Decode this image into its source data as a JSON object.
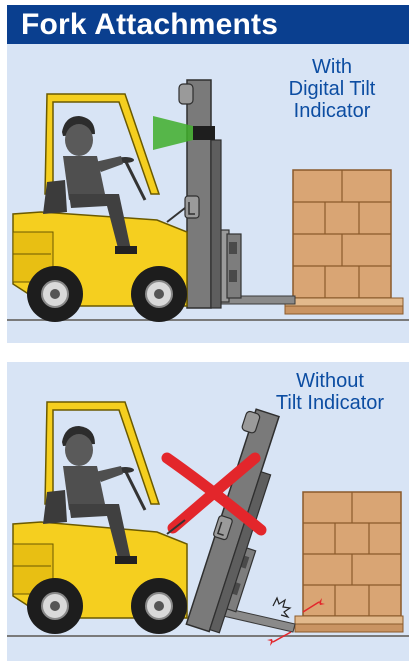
{
  "header": {
    "title": "Fork Attachments"
  },
  "top_panel": {
    "caption_lines": [
      "With",
      "Digital Tilt",
      "Indicator"
    ]
  },
  "bottom_panel": {
    "caption_lines": [
      "Without",
      "Tilt Indicator"
    ]
  },
  "colors": {
    "header_bg": "#0a3f8f",
    "panel_bg": "#d8e4f5",
    "caption_text": "#0c4da2",
    "forklift_yellow": "#f5cf1f",
    "indicator_green": "#3fae2a",
    "warning_x_red": "#e3262b",
    "box_brown": "#d9a574"
  }
}
